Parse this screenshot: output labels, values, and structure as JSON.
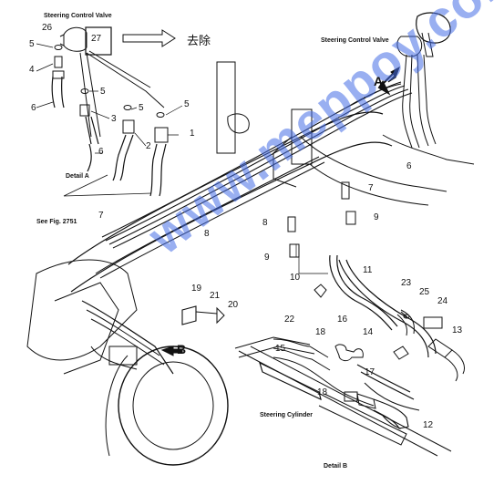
{
  "labels": {
    "steering_control_valve_top": "Steering Control Valve",
    "steering_control_valve_right": "Steering Control Valve",
    "detail_a": "Detail A",
    "detail_b": "Detail B",
    "see_fig": "See Fig. 2751",
    "steering_cylinder": "Steering Cylinder",
    "remove_cn": "去除",
    "view_a": "A",
    "view_b": "B",
    "watermark": "www.meppoy.com"
  },
  "parts": {
    "p26": "26",
    "p27": "27",
    "p5a": "5",
    "p4": "4",
    "p6a": "6",
    "p5b": "5",
    "p3": "3",
    "p5c": "5",
    "p5d": "5",
    "p1": "1",
    "p2": "2",
    "p6b": "6",
    "p7a": "7",
    "p6c": "6",
    "p7b": "7",
    "p9a": "9",
    "p8a": "8",
    "p8b": "8",
    "p9b": "9",
    "p10": "10",
    "p11": "11",
    "p19": "19",
    "p21": "21",
    "p20": "20",
    "p22": "22",
    "p23": "23",
    "p25": "25",
    "p24": "24",
    "p18a": "18",
    "p16": "16",
    "p14": "14",
    "p13": "13",
    "p15": "15",
    "p17": "17",
    "p18b": "18",
    "p12": "12"
  }
}
